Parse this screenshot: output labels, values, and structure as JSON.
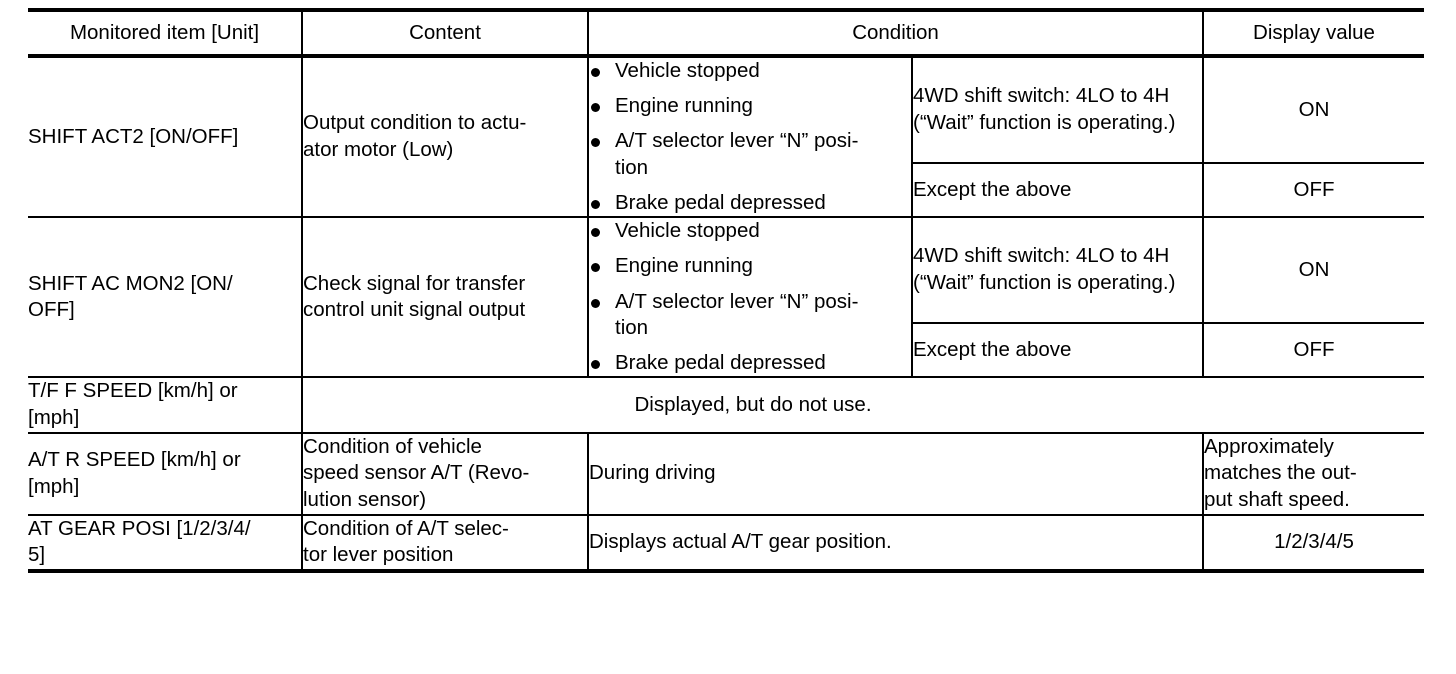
{
  "table": {
    "headers": [
      "Monitored item [Unit]",
      "Content",
      "Condition",
      "Display value"
    ],
    "rows": [
      {
        "item": "SHIFT ACT2 [ON/OFF]",
        "content": "Output condition to actu-\nator motor (Low)",
        "conditions": [
          "Vehicle stopped",
          "Engine running",
          "A/T selector lever “N” posi-\ntion",
          "Brake pedal depressed"
        ],
        "subrows": [
          {
            "qualifier": "4WD shift switch: 4LO to 4H (“Wait” function is operating.)",
            "display_value": "ON"
          },
          {
            "qualifier": "Except the above",
            "display_value": "OFF"
          }
        ]
      },
      {
        "item": "SHIFT AC MON2 [ON/\nOFF]",
        "content": "Check signal for transfer\ncontrol unit signal output",
        "conditions": [
          "Vehicle stopped",
          "Engine running",
          "A/T selector lever “N” posi-\ntion",
          "Brake pedal depressed"
        ],
        "subrows": [
          {
            "qualifier": "4WD shift switch: 4LO to 4H (“Wait” function is operating.)",
            "display_value": "ON"
          },
          {
            "qualifier": "Except the above",
            "display_value": "OFF"
          }
        ]
      },
      {
        "item": "T/F F SPEED [km/h] or\n[mph]",
        "merged_note": "Displayed, but do not use."
      },
      {
        "item": "A/T R SPEED [km/h] or\n[mph]",
        "content": "Condition of vehicle\nspeed sensor A/T (Revo-\nlution sensor)",
        "condition_text": "During driving",
        "display_value": "Approximately\nmatches the out-\nput shaft speed."
      },
      {
        "item": "AT GEAR POSI [1/2/3/4/\n5]",
        "content": "Condition of A/T selec-\ntor lever position",
        "condition_text": "Displays actual A/T gear position.",
        "display_value": "1/2/3/4/5"
      }
    ]
  }
}
